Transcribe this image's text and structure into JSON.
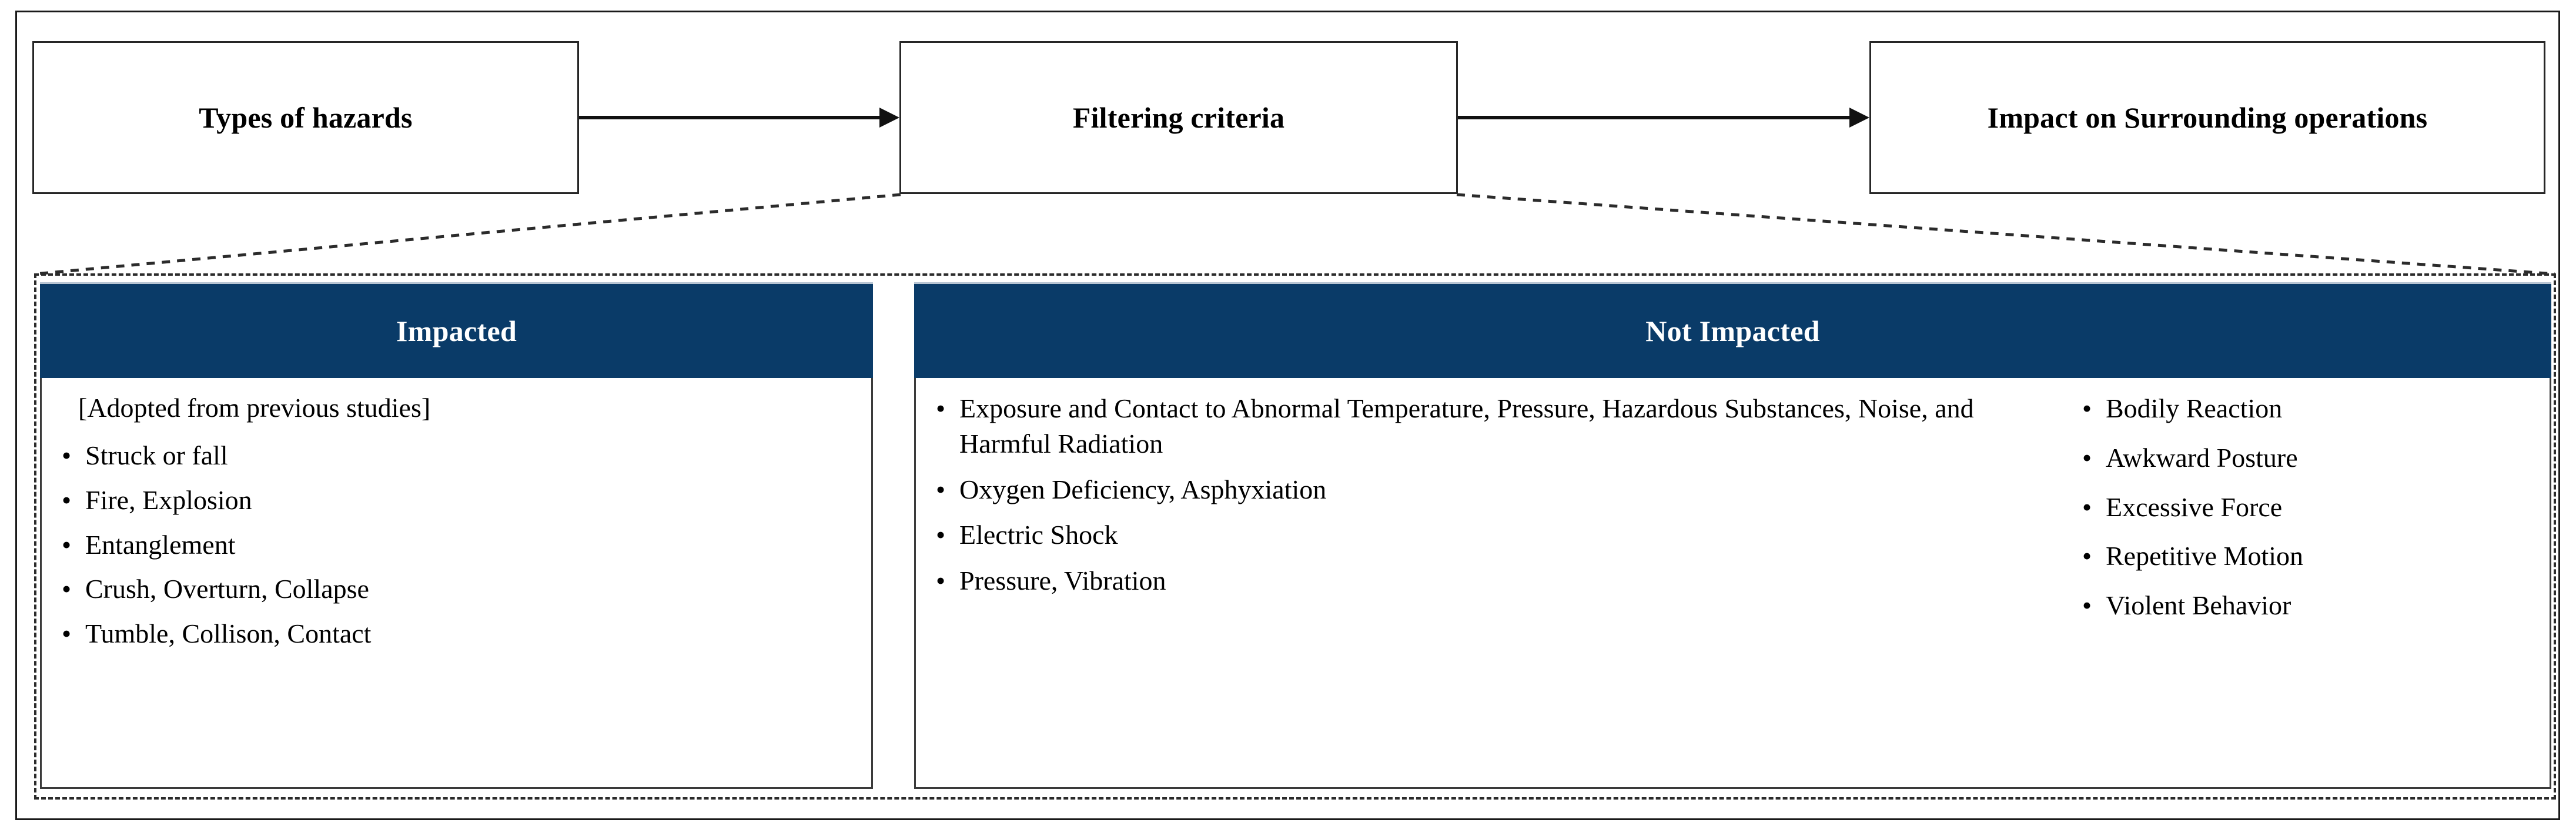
{
  "diagram": {
    "title": "Hazard filtering and impact on surrounding operations",
    "accent_navy": "#0a3b68",
    "border_color": "#262626",
    "flow": {
      "steps": [
        {
          "id": "types-of-hazards",
          "label": "Types of hazards"
        },
        {
          "id": "filtering-criteria",
          "label": "Filtering criteria"
        },
        {
          "id": "impact-on-surrounding-operations",
          "label": "Impact on\nSurrounding operations"
        }
      ],
      "arrows": [
        {
          "id": "arrow-hazards-to-filtering",
          "from": "types-of-hazards",
          "to": "filtering-criteria",
          "style": "solid-arrow"
        },
        {
          "id": "arrow-filtering-to-impact",
          "from": "filtering-criteria",
          "to": "impact-on-surrounding-operations",
          "style": "solid-arrow"
        }
      ],
      "connectors": [
        {
          "id": "fan-left",
          "from": "filtering-criteria",
          "to": "criteria-container",
          "style": "dashed"
        },
        {
          "id": "fan-right",
          "from": "filtering-criteria",
          "to": "criteria-container",
          "style": "dashed"
        }
      ]
    },
    "panels": {
      "impacted": {
        "header": "Impacted",
        "note": "[Adopted from previous studies]",
        "items": [
          "Struck or fall",
          "Fire, Explosion",
          "Entanglement",
          "Crush, Overturn, Collapse",
          "Tumble, Collison, Contact"
        ]
      },
      "not_impacted": {
        "header": "Not Impacted",
        "items_left": [
          "Exposure and Contact to Abnormal Temperature, Pressure, Hazardous Substances, Noise, and  Harmful Radiation",
          "Oxygen Deficiency, Asphyxiation",
          "Electric Shock",
          "Pressure, Vibration"
        ],
        "items_right": [
          "Bodily Reaction",
          "Awkward Posture",
          "Excessive Force",
          "Repetitive Motion",
          "Violent Behavior"
        ]
      }
    },
    "bullet_glyph": "•"
  }
}
